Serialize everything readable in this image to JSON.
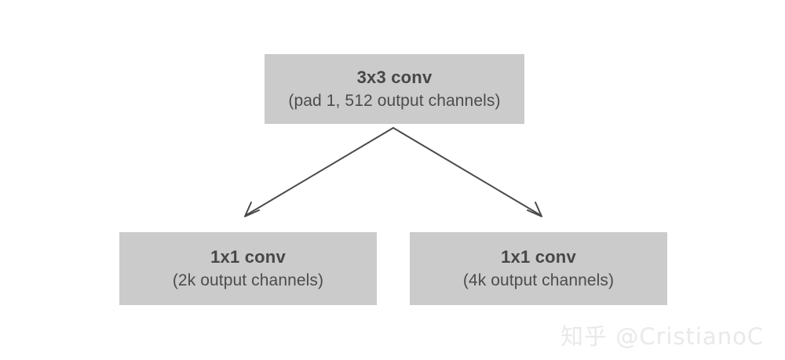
{
  "diagram": {
    "background_color": "#ffffff",
    "node_fill_color": "#cbcbcb",
    "node_text_color": "#474747",
    "edge_color": "#4a4a4a",
    "nodes": [
      {
        "id": "conv3x3",
        "title": "3x3 conv",
        "subtitle": "(pad 1, 512 output channels)"
      },
      {
        "id": "conv1x1-cls",
        "title": "1x1 conv",
        "subtitle": "(2k output channels)"
      },
      {
        "id": "conv1x1-reg",
        "title": "1x1 conv",
        "subtitle": "(4k output channels)"
      }
    ],
    "edges": [
      {
        "id": "edge-left",
        "from": "conv3x3",
        "to": "conv1x1-cls",
        "arrow": "open-v"
      },
      {
        "id": "edge-right",
        "from": "conv3x3",
        "to": "conv1x1-reg",
        "arrow": "open-v"
      }
    ]
  },
  "watermark": {
    "text": "知乎 @CristianoC",
    "color": "#e9e9e9"
  }
}
